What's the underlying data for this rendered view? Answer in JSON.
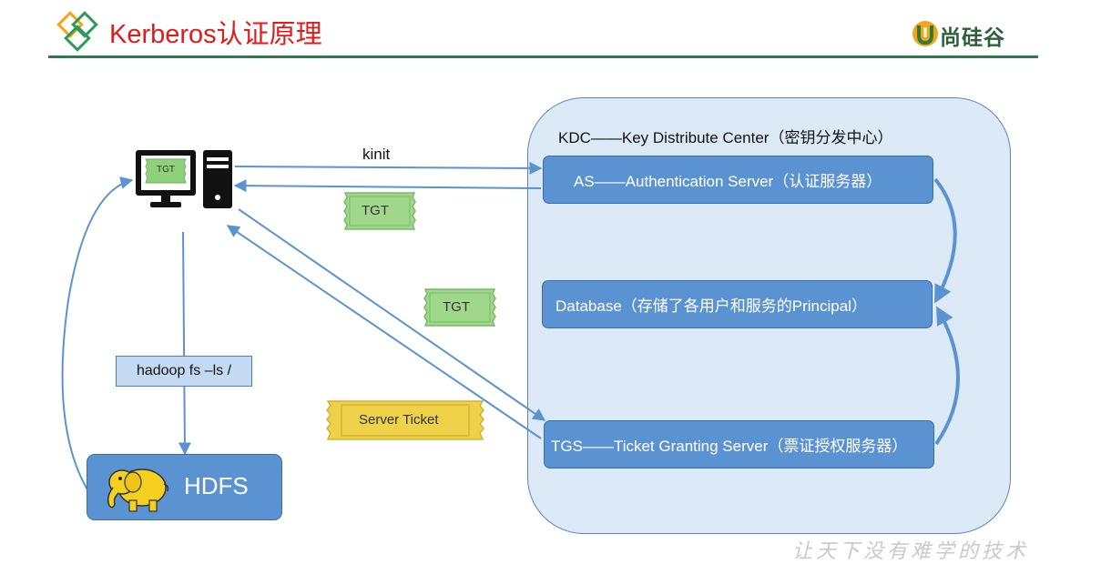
{
  "header": {
    "title": "Kerberos认证原理",
    "brand": "尚硅谷",
    "colors": {
      "title": "#e21a1a",
      "rule": "#2e7a4d",
      "logo_orange": "#f2a516",
      "logo_green": "#2e9a5a"
    }
  },
  "kdc": {
    "title": "KDC——Key Distribute Center（密钥分发中心）",
    "as_label": "AS——Authentication Server（认证服务器）",
    "db_label": "Database（存储了各用户和服务的Principal）",
    "tgs_label": "TGS——Ticket Granting Server（票证授权服务器）"
  },
  "client": {
    "screen_ticket": "TGT"
  },
  "flows": {
    "kinit": "kinit",
    "hadoop_cmd": "hadoop fs –ls /"
  },
  "tickets": {
    "tgt_top": "TGT",
    "tgt_mid": "TGT",
    "server_ticket": "Server Ticket"
  },
  "hdfs": {
    "label": "HDFS"
  },
  "watermark": "让天下没有难学的技术",
  "icons": [
    "diamond-logo-icon",
    "brand-u-logo-icon",
    "computer-icon",
    "hadoop-elephant-icon"
  ]
}
